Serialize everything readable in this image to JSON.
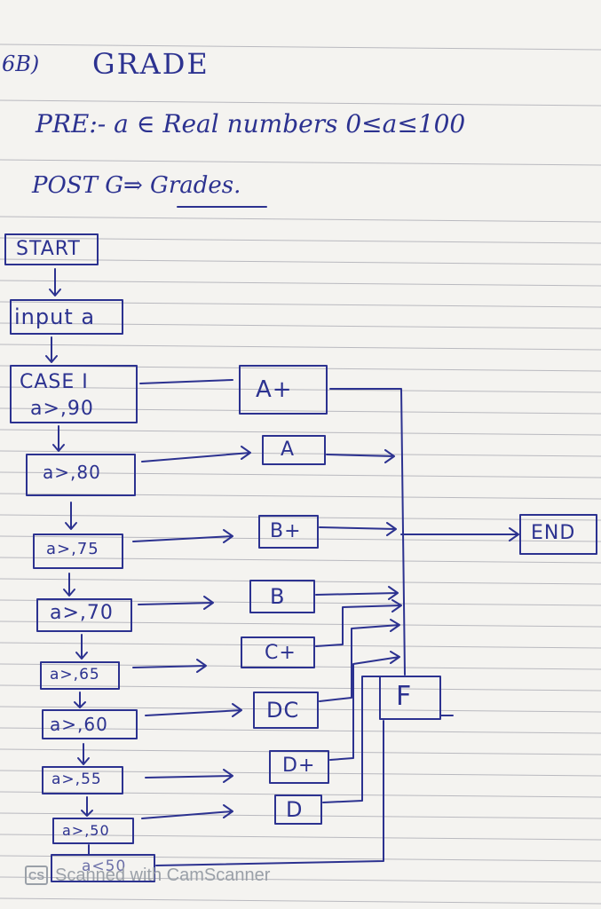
{
  "header": {
    "question_no": "6B)",
    "title": "GRADE",
    "pre": "PRE:- a ∈ Real numbers   0≤a≤100",
    "post": "POST G⇒ Grades."
  },
  "flowchart": {
    "start": "START",
    "input": "input a",
    "case_label": "CASE I",
    "conditions": [
      "a>,90",
      "a>,80",
      "a>,75",
      "a>,70",
      "a>,65",
      "a>,60",
      "a>,55",
      "a>,50",
      "a<50"
    ],
    "grades": [
      "A+",
      "A",
      "B+",
      "B",
      "C+",
      "DC",
      "D+",
      "D",
      "F"
    ],
    "end": "END"
  },
  "watermark": {
    "logo": "CS",
    "text": "Scanned with CamScanner"
  },
  "colors": {
    "ink": "#2c3290",
    "paper": "#f4f3f0",
    "rule": "#b9b9bf"
  }
}
